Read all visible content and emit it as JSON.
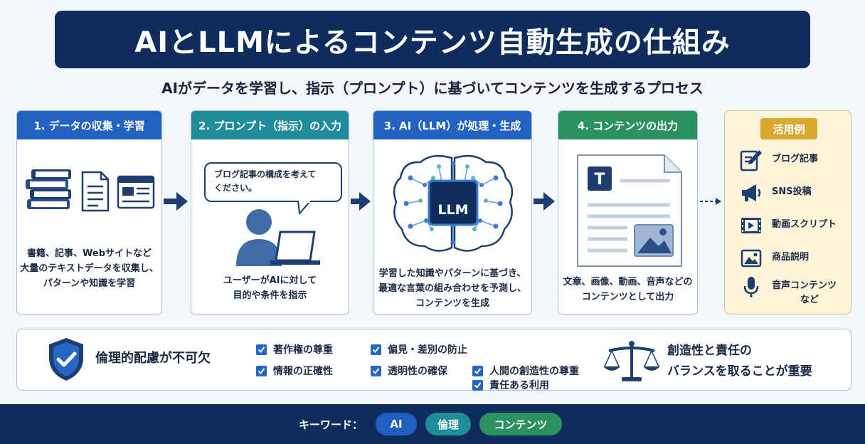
{
  "title": "AIとLLMによるコンテンツ自動生成の仕組み",
  "subtitle": "AIがデータを学習し、指示（プロンプト）に基づいてコンテンツを生成するプロセス",
  "colors": {
    "navy": "#0f2d5c",
    "step1": "#2262c0",
    "step2": "#1f8d9a",
    "step3": "#2262c0",
    "step4": "#2a9160",
    "gold": "#d9a732"
  },
  "steps": [
    {
      "header": "1. データの収集・学習",
      "desc": [
        "書籍、記事、Webサイトなど",
        "大量のテキストデータを収集し、",
        "パターンや知識を学習"
      ]
    },
    {
      "header": "2. プロンプト（指示）の入力",
      "bubble": [
        "ブログ記事の構成を考えて",
        "ください。"
      ],
      "desc": [
        "ユーザーがAIに対して",
        "目的や条件を指示"
      ]
    },
    {
      "header": "3. AI（LLM）が処理・生成",
      "chip": "LLM",
      "desc": [
        "学習した知識やパターンに基づき、",
        "最適な言葉の組み合わせを予測し、",
        "コンテンツを生成"
      ]
    },
    {
      "header": "4. コンテンツの出力",
      "doc_letter": "T",
      "desc": [
        "文章、画像、動画、音声などの",
        "コンテンツとして出力"
      ]
    }
  ],
  "examples": {
    "badge": "活用例",
    "items": [
      {
        "icon": "pen-document-icon",
        "label": "ブログ記事"
      },
      {
        "icon": "megaphone-icon",
        "label": "SNS投稿"
      },
      {
        "icon": "film-icon",
        "label": "動画スクリプト"
      },
      {
        "icon": "image-icon",
        "label": "商品説明"
      },
      {
        "icon": "microphone-icon",
        "label": "音声コンテンツ",
        "label2": "など"
      }
    ]
  },
  "ethics": {
    "heading": "倫理的配慮が不可欠",
    "checks": [
      "著作権の尊重",
      "情報の正確性",
      "偏見・差別の防止",
      "透明性の確保",
      "人間の創造性の尊重",
      "責任ある利用"
    ],
    "balance_line1": "創造性と責任の",
    "balance_line2": "バランスを取ることが重要"
  },
  "keywords": {
    "label": "キーワード：",
    "pills": [
      {
        "text": "AI",
        "color": "#1f5fc2"
      },
      {
        "text": "倫理",
        "color": "#1f8d9a"
      },
      {
        "text": "コンテンツ",
        "color": "#2a9160"
      }
    ]
  }
}
